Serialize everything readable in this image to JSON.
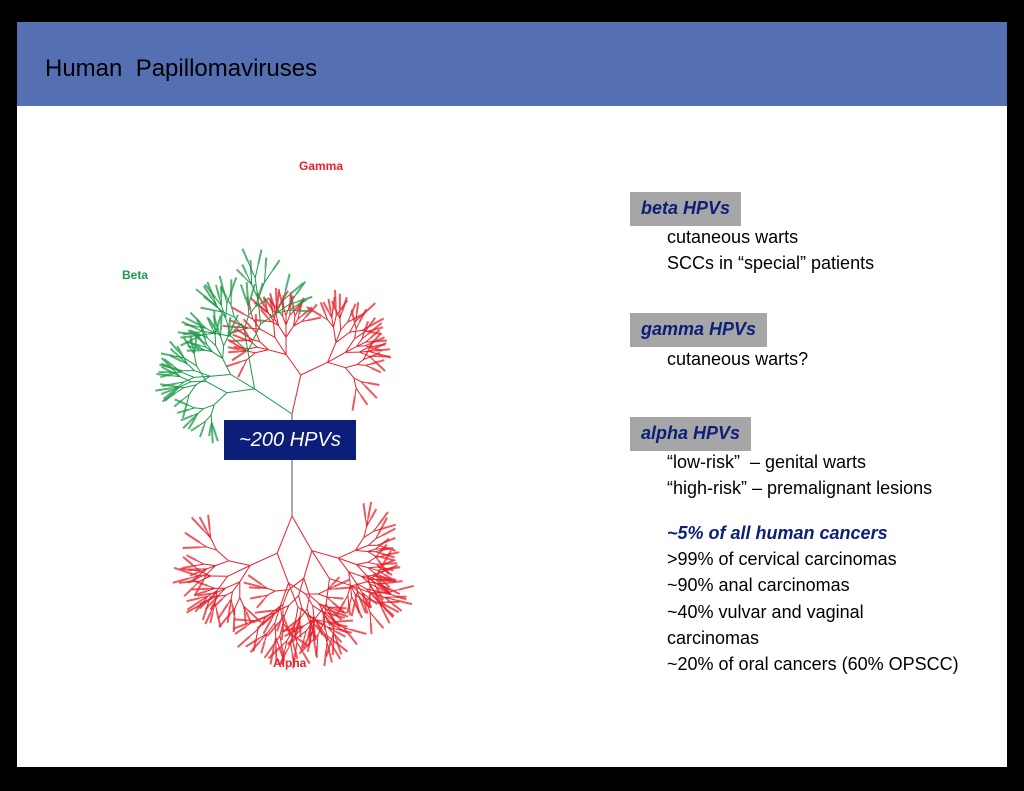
{
  "slide_title": "Human  Papillomaviruses",
  "tree": {
    "labels": {
      "gamma": "Gamma",
      "beta": "Beta",
      "alpha": "Alpha"
    },
    "center_label": "~200 HPVs",
    "colors": {
      "gamma": "#e8202a",
      "beta": "#1d9a4a",
      "alpha": "#e8202a",
      "stem": "#555555"
    }
  },
  "sections": {
    "beta": {
      "heading": "beta HPVs",
      "lines": [
        "cutaneous warts",
        "SCCs in “special” patients"
      ]
    },
    "gamma": {
      "heading": "gamma HPVs",
      "lines": [
        "cutaneous warts?"
      ]
    },
    "alpha": {
      "heading": "alpha HPVs",
      "lines": [
        "“low-risk”  – genital warts",
        "“high-risk” – premalignant lesions"
      ],
      "highlight": "~5% of all human cancers",
      "stats": [
        ">99% of cervical carcinomas",
        "~90% anal carcinomas",
        "~40% vulvar and vaginal",
        "carcinomas",
        "~20% of oral cancers (60% OPSCC)"
      ]
    }
  }
}
